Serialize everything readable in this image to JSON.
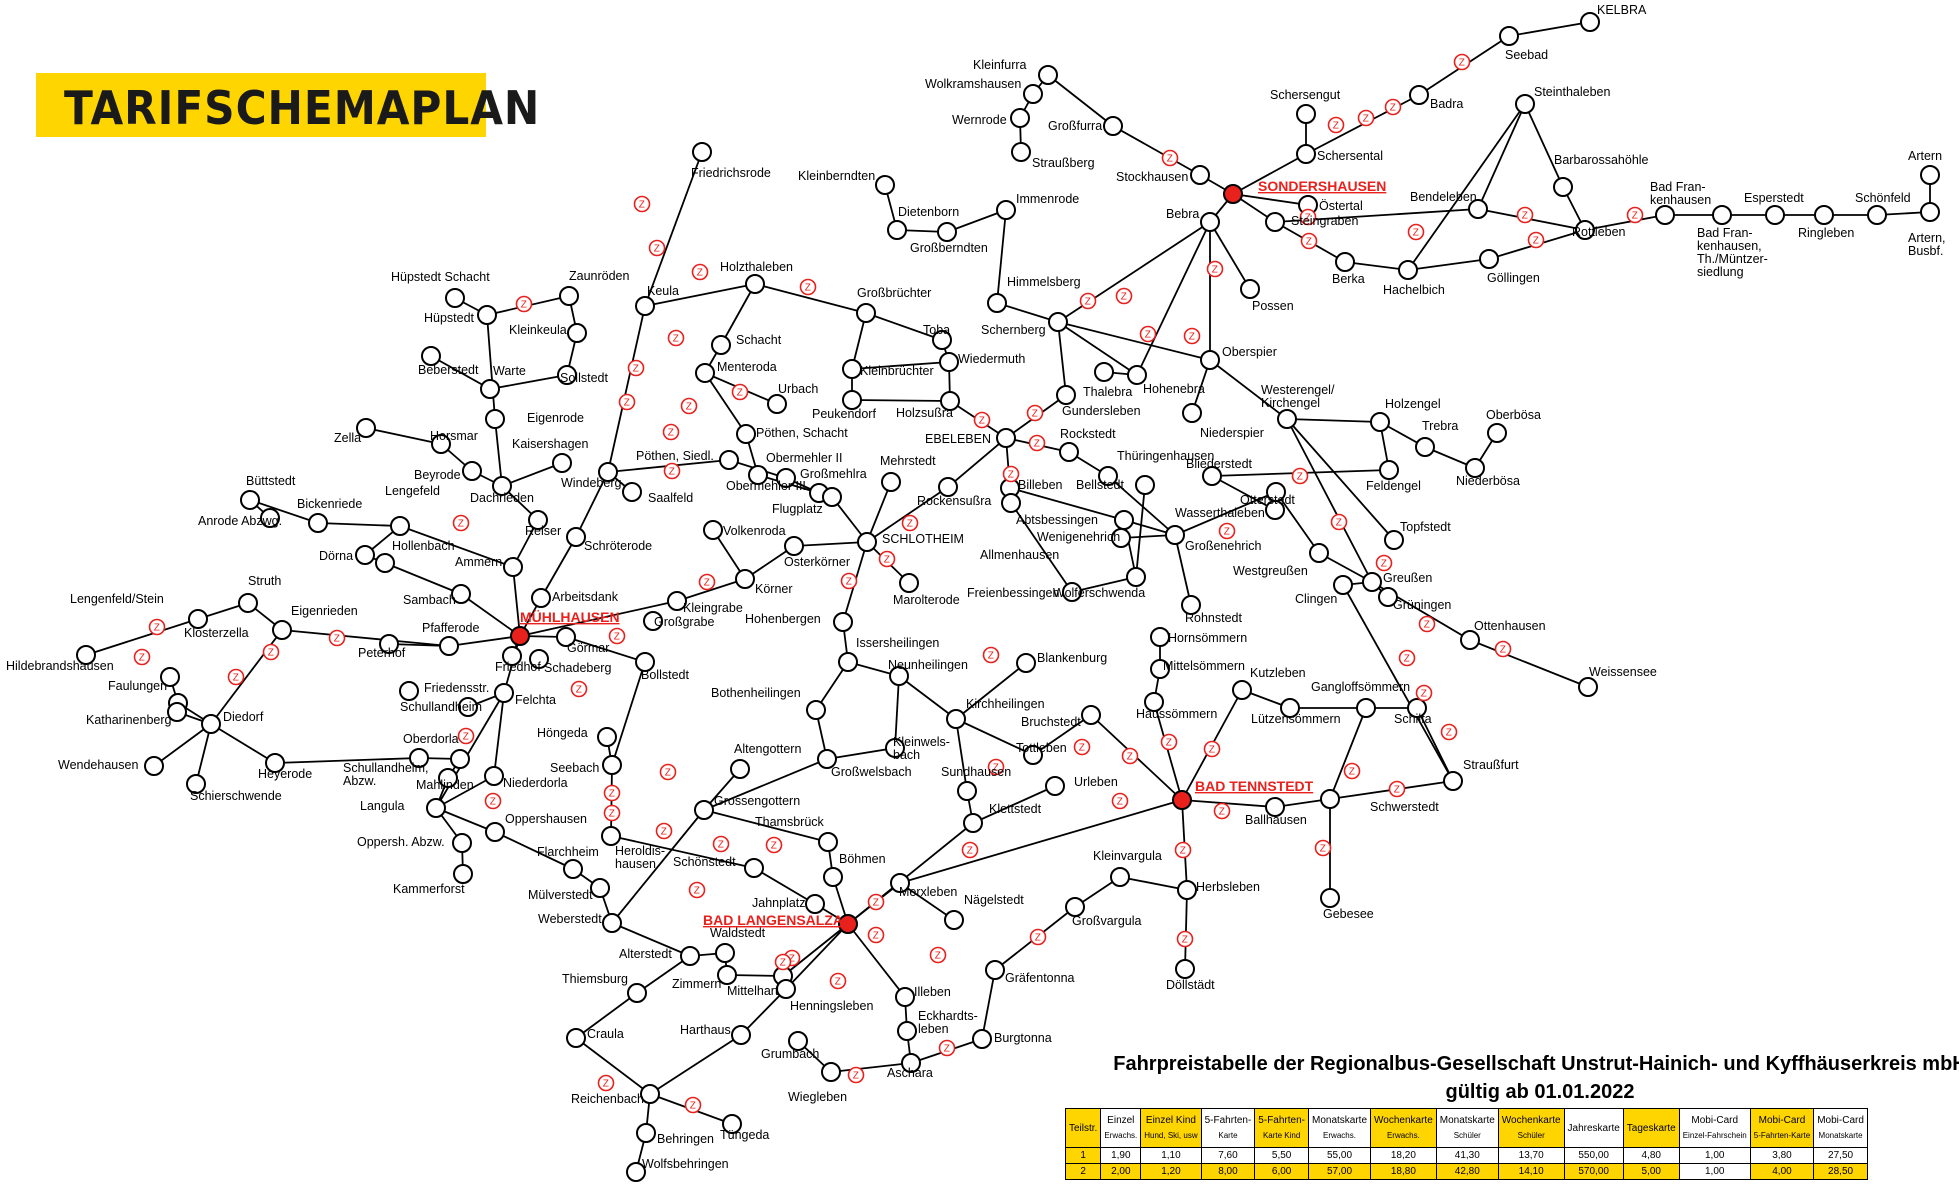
{
  "title": "TARIFSCHEMAPLAN",
  "hubs": [
    {
      "id": "muehlhausen",
      "label": "MÜHLHAUSEN"
    },
    {
      "id": "sondershausen",
      "label": "SONDERSHAUSEN"
    },
    {
      "id": "badtennstedt",
      "label": "BAD TENNSTEDT"
    },
    {
      "id": "badlangensalza",
      "label": "BAD LANGENSALZA"
    }
  ],
  "stops": [
    "KELBRA",
    "Seebad",
    "Badra",
    "Steinthaleben",
    "Barbarossahöhle",
    "Bendeleben",
    "Rottleben",
    "Bad Fran-kenhausen",
    "Esperstedt",
    "Schönfeld",
    "Artern",
    "Artern, Busbf.",
    "Ringleben",
    "Bad Fran-kenhausen, Th./Müntzer-siedlung",
    "Göllingen",
    "Hachelbich",
    "Berka",
    "Steingraben",
    "Östertal",
    "Schersental",
    "Schersengut",
    "Bebra",
    "Possen",
    "Stockhausen",
    "Kleinfurra",
    "Wolkramshausen",
    "Wernrode",
    "Großfurra",
    "Straußberg",
    "Kleinberndten",
    "Dietenborn",
    "Großberndten",
    "Immenrode",
    "Himmelsberg",
    "Schernberg",
    "Thalebra",
    "Hohenebra",
    "Gundersleben",
    "Oberspier",
    "Niederspier",
    "Westerengel/ Kirchengel",
    "Holzengel",
    "Trebra",
    "Oberbösa",
    "Niederbösa",
    "Feldengel",
    "Friedrichsrode",
    "Keula",
    "Holzthaleben",
    "Großbrüchter",
    "Toba",
    "Wiedermuth",
    "Kleinbrüchter",
    "Peukendorf",
    "Holzsußra",
    "EBELEBEN",
    "Rockstedt",
    "Thüringenhausen",
    "Bliederstedt",
    "Otterstedt",
    "Wasserthaleben",
    "Topfstedt",
    "Greußen",
    "Grüningen",
    "Ottenhausen",
    "Weissensee",
    "Westgreußen",
    "Clingen",
    "Großenehrich",
    "Wenigenehrich",
    "Abtsbessingen",
    "Bellstedt",
    "Billeben",
    "Allmenhausen",
    "Freienbessingen",
    "Wolferschwenda",
    "Rohnstedt",
    "Schacht",
    "Menteroda",
    "Urbach",
    "Pöthen, Schacht",
    "Pöthen, Siedl.",
    "Obermehler II",
    "Obermehler III",
    "Großmehlra",
    "Mehrstedt",
    "Flugplatz",
    "Rockensußra",
    "SCHLOTHEIM",
    "Marolterode",
    "Volkenroda",
    "Osterkörner",
    "Körner",
    "Hüpstedt Schacht",
    "Zaunröden",
    "Hüpstedt",
    "Kleinkeula",
    "Sollstedt",
    "Beberstedt",
    "Warte",
    "Eigenrode",
    "Zella",
    "Horsmar",
    "Kaisershagen",
    "Beyrode",
    "Windeberg",
    "Saalfeld",
    "Büttstedt",
    "Bickenriede",
    "Anrode Abzwg.",
    "Lengefeld",
    "Dachrieden",
    "Reiser",
    "Dörna",
    "Hollenbach",
    "Ammern",
    "Schröterode",
    "Arbeitsdank",
    "Sambach",
    "Kleingrabe",
    "Großgrabe",
    "Hohenbergen",
    "Lengenfeld/Stein",
    "Struth",
    "Klosterzella",
    "Eigenrieden",
    "Pfafferode",
    "Peterhof",
    "Hildebrandshausen",
    "Faulungen",
    "Katharinenberg",
    "Diedorf",
    "Friedensstr.",
    "Friedhof",
    "Görmar",
    "Schadeberg",
    "Bollstedt",
    "Felchta",
    "Schullandheim",
    "Wendehausen",
    "Schierschwende",
    "Heyerode",
    "Schullandheim, Abzw.",
    "Oberdorla",
    "Mahlinden",
    "Niederdorla",
    "Langula",
    "Höngeda",
    "Seebach",
    "Oppershausen",
    "Oppersh. Abzw.",
    "Kammerforst",
    "Flarchheim",
    "Mülverstedt",
    "Weberstedt",
    "Heroldis-hausen",
    "Schönstedt",
    "Altengottern",
    "Grossengottern",
    "Thamsbrück",
    "Issersheilingen",
    "Neunheilingen",
    "Bothenheilingen",
    "Großwelsbach",
    "Kleinwels-bach",
    "Kirchheilingen",
    "Blankenburg",
    "Bruchstedt",
    "Tottleben",
    "Urleben",
    "Sundhausen",
    "Klettstedt",
    "Hornsömmern",
    "Mittelsömmern",
    "Haussömmern",
    "Kutzleben",
    "Gangloffsömmern",
    "Lützensömmern",
    "Schilfa",
    "Straußfurt",
    "Ballhausen",
    "Schwerstedt",
    "Gebesee",
    "Böhmen",
    "Jahnplatz",
    "Merxleben",
    "Nägelstedt",
    "Kleinvargula",
    "Großvargula",
    "Herbsleben",
    "Döllstädt",
    "Waldstedt",
    "Alterstedt",
    "Zimmern",
    "Mittelhart",
    "Thiemsburg",
    "Craula",
    "Harthaus",
    "Henningsleben",
    "Grumbach",
    "Wiegleben",
    "Illeben",
    "Eckhardts-leben",
    "Aschara",
    "Gräfentonna",
    "Burgtonna",
    "Reichenbach",
    "Behringen",
    "Tüngeda",
    "Wolfsbehringen"
  ],
  "zone_marker": "Z",
  "fare_table": {
    "title_line1": "Fahrpreistabelle der Regionalbus-Gesellschaft Unstrut-Hainich- und Kyffhäuserkreis mbH",
    "title_line2": "gültig ab 01.01.2022",
    "columns": [
      {
        "l1": "Teilstr.",
        "l2": "",
        "yellow": true
      },
      {
        "l1": "Einzel",
        "l2": "Erwachs.",
        "yellow": false
      },
      {
        "l1": "Einzel Kind",
        "l2": "Hund, Ski, usw",
        "yellow": true
      },
      {
        "l1": "5-Fahrten-",
        "l2": "Karte",
        "yellow": false
      },
      {
        "l1": "5-Fahrten-",
        "l2": "Karte Kind",
        "yellow": true
      },
      {
        "l1": "Monatskarte",
        "l2": "Erwachs.",
        "yellow": false
      },
      {
        "l1": "Wochenkarte",
        "l2": "Erwachs.",
        "yellow": true
      },
      {
        "l1": "Monatskarte",
        "l2": "Schüler",
        "yellow": false
      },
      {
        "l1": "Wochenkarte",
        "l2": "Schüler",
        "yellow": true
      },
      {
        "l1": "Jahreskarte",
        "l2": "",
        "yellow": false
      },
      {
        "l1": "Tageskarte",
        "l2": "",
        "yellow": true
      },
      {
        "l1": "Mobi-Card",
        "l2": "Einzel-Fahrschein",
        "yellow": false
      },
      {
        "l1": "Mobi-Card",
        "l2": "5-Fahrten-Karte",
        "yellow": true
      },
      {
        "l1": "Mobi-Card",
        "l2": "Monatskarte",
        "yellow": false
      }
    ],
    "rows": [
      [
        "1",
        "1,90",
        "1,10",
        "7,60",
        "5,50",
        "55,00",
        "18,20",
        "41,30",
        "13,70",
        "550,00",
        "4,80",
        "1,00",
        "3,80",
        "27,50"
      ],
      [
        "2",
        "2,00",
        "1,20",
        "8,00",
        "6,00",
        "57,00",
        "18,80",
        "42,80",
        "14,10",
        "570,00",
        "5,00",
        "1,00",
        "4,00",
        "28,50"
      ]
    ]
  }
}
